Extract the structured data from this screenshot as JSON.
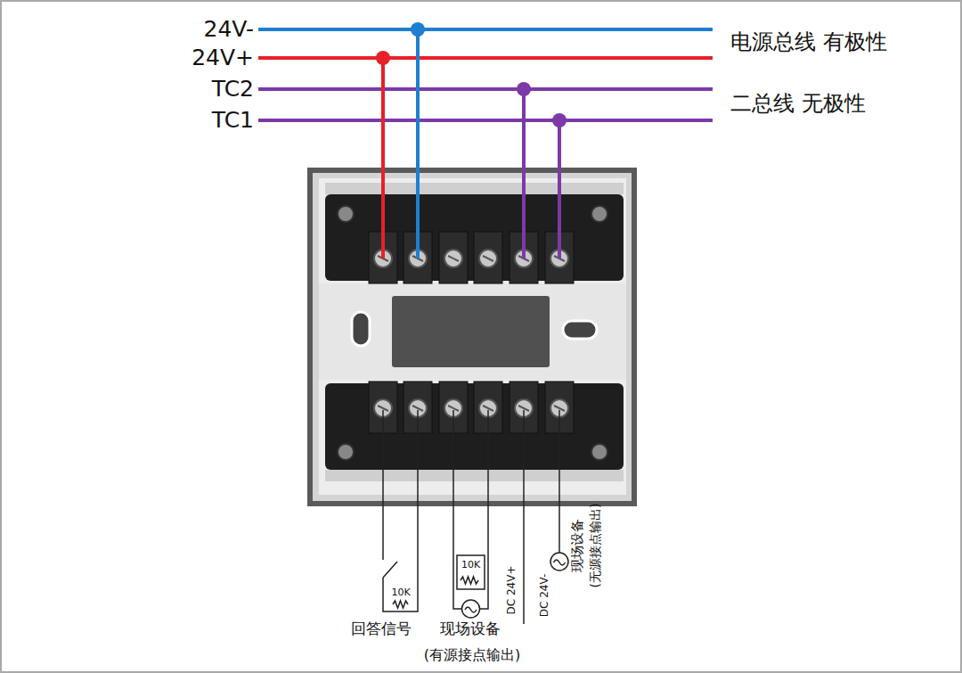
{
  "diagram": {
    "labels": [
      "24V-",
      "24V+",
      "TC2",
      "TC1",
      "电源总线 有极性",
      "二总线 无极性",
      "10K",
      "10K",
      "DC 24V+",
      "DC 24V-",
      "现场设备",
      "(无源接点输出)",
      "回答信号",
      "现场设备",
      "(有源接点输出)"
    ]
  }
}
